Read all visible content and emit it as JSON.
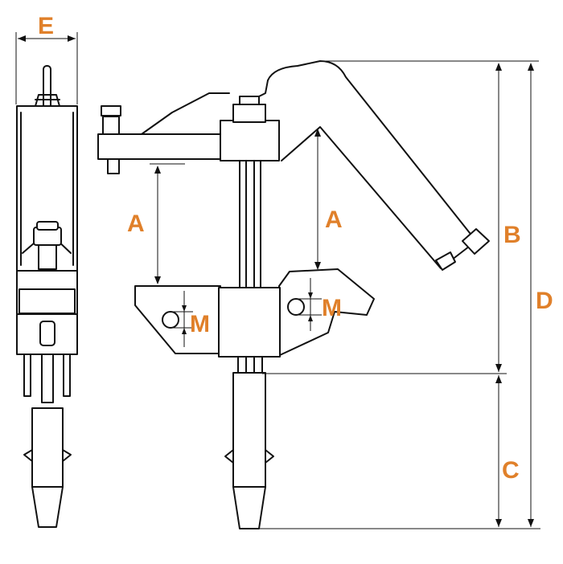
{
  "dimension_labels": {
    "E": "E",
    "A_left": "A",
    "A_right": "A",
    "M_left": "M",
    "M_right": "M",
    "B": "B",
    "C": "C",
    "D": "D"
  },
  "colors": {
    "label": "#e0802a",
    "line": "#111111",
    "background": "#ffffff"
  }
}
